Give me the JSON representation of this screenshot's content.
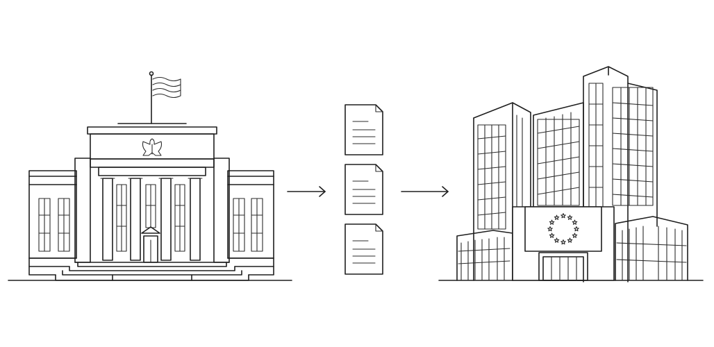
{
  "diagram": {
    "source": {
      "icon": "federal-reserve-building-icon"
    },
    "documents": {
      "icon": "document-icon",
      "count": 3
    },
    "destination": {
      "icon": "european-central-bank-building-icon",
      "emblem_stars": 12
    },
    "arrows": {
      "icon": "arrow-right-icon",
      "count": 2
    },
    "colors": {
      "ink": "#1e1e1e",
      "background": "#ffffff"
    }
  }
}
